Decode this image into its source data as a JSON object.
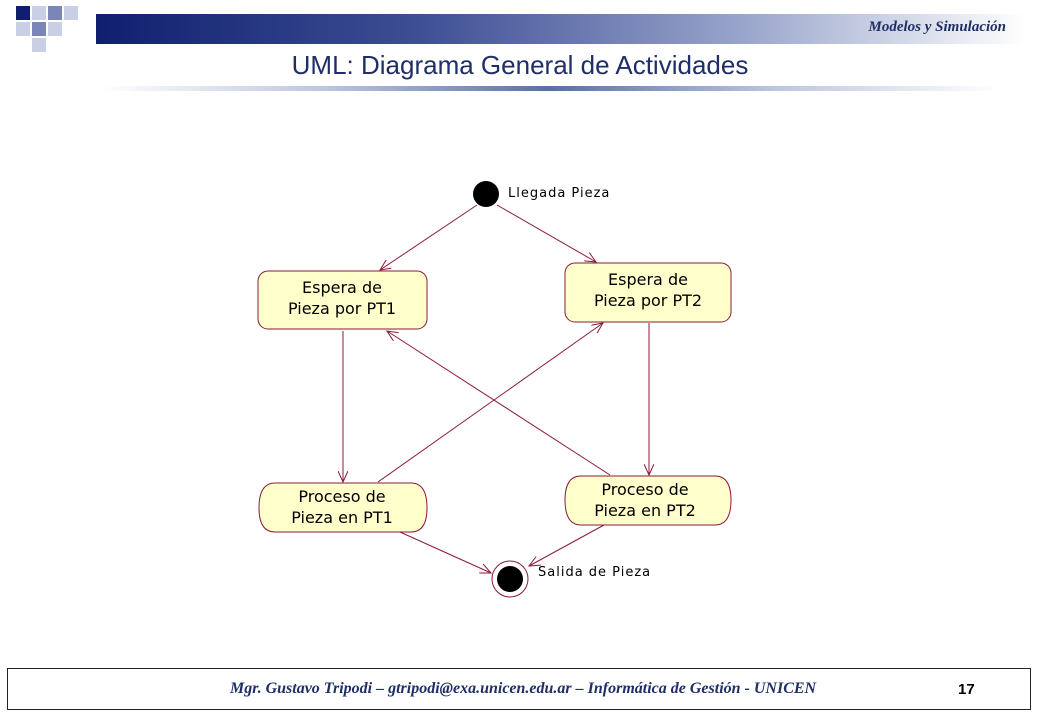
{
  "header": {
    "subject": "Modelos y Simulación",
    "title": "UML: Diagrama General de Actividades"
  },
  "diagram": {
    "start_label": "Llegada Pieza",
    "end_label": "Salida de Pieza",
    "states": {
      "wait_pt1": [
        "Espera de",
        "Pieza por PT1"
      ],
      "wait_pt2": [
        "Espera de",
        "Pieza por PT2"
      ],
      "proc_pt1": [
        "Proceso de",
        "Pieza en PT1"
      ],
      "proc_pt2": [
        "Proceso de",
        "Pieza en PT2"
      ]
    },
    "colors": {
      "state_fill": "#ffffcc",
      "state_stroke": "#8b1a3a",
      "arrow": "#8b1a3a"
    }
  },
  "footer": {
    "author": "Mgr. Gustavo Tripodi – gtripodi@exa.unicen.edu.ar – Informática de Gestión - UNICEN",
    "page": "17"
  }
}
